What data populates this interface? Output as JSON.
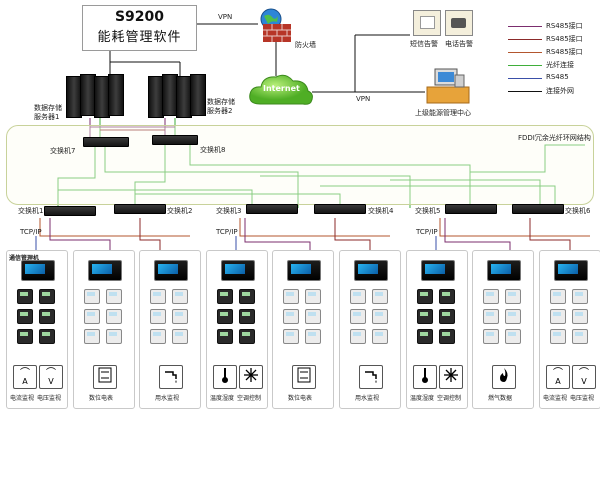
{
  "software": {
    "model": "S9200",
    "name": "能耗管理软件"
  },
  "top": {
    "vpn1": "VPN",
    "vpn2": "VPN",
    "firewall": "防火墙",
    "internet": "Internet",
    "sms_alarm": "短信告警",
    "phone_alarm": "电话告警",
    "upper_center": "上级能源管理中心"
  },
  "servers": {
    "server1": "数据存储\n服务器1",
    "server2": "数据存储\n服务器2"
  },
  "ring_label": "FDDI冗余光纤环网结构",
  "switches": {
    "s7": "交换机7",
    "s8": "交换机8",
    "s1": "交换机1",
    "s2": "交换机2",
    "s3": "交换机3",
    "s4": "交换机4",
    "s5": "交换机5",
    "s6": "交换机6"
  },
  "tcpip": "TCP/IP",
  "gateway": "通信管理机",
  "legend": [
    {
      "label": "RS485接口",
      "color": "#7b2d6e"
    },
    {
      "label": "RS485接口",
      "color": "#8b2a2a"
    },
    {
      "label": "RS485接口",
      "color": "#b3562e"
    },
    {
      "label": "光纤连接",
      "color": "#3fae3a"
    },
    {
      "label": "RS485",
      "color": "#3a4fa8"
    },
    {
      "label": "连接外网",
      "color": "#111111"
    }
  ],
  "panels": [
    {
      "captions": [
        "电流监视",
        "电压监视"
      ],
      "icons": [
        "A",
        "V"
      ]
    },
    {
      "captions": [
        "数位电表"
      ],
      "icons": [
        "meter"
      ]
    },
    {
      "captions": [
        "用水监视"
      ],
      "icons": [
        "water"
      ]
    },
    {
      "captions": [
        "温度湿度",
        "空调控制"
      ],
      "icons": [
        "thermo",
        "snow"
      ]
    },
    {
      "captions": [
        "数位电表"
      ],
      "icons": [
        "meter"
      ]
    },
    {
      "captions": [
        "用水监视"
      ],
      "icons": [
        "water"
      ]
    },
    {
      "captions": [
        "温度湿度",
        "空调控制"
      ],
      "icons": [
        "thermo",
        "snow"
      ]
    },
    {
      "captions": [
        "燃气数据"
      ],
      "icons": [
        "flame"
      ]
    },
    {
      "captions": [
        "电流监视",
        "电压监视"
      ],
      "icons": [
        "A",
        "V"
      ]
    }
  ]
}
